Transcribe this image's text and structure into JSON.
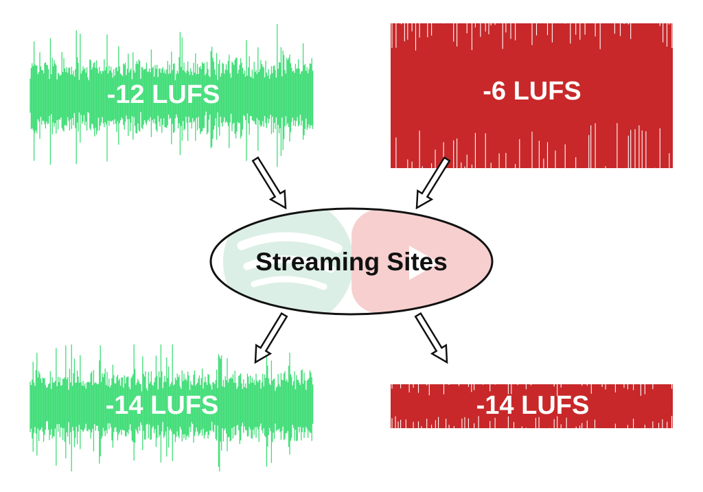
{
  "colors": {
    "quiet_wave": "#3ddc75",
    "loud_wave": "#c8282a",
    "ellipse_left": "#dcefe6",
    "ellipse_right": "#f7cfcf",
    "arrow": "#111111"
  },
  "waveforms": {
    "top_left": {
      "label": "-12 LUFS"
    },
    "top_right": {
      "label": "-6 LUFS"
    },
    "bottom_left": {
      "label": "-14 LUFS"
    },
    "bottom_right": {
      "label": "-14 LUFS"
    }
  },
  "center": {
    "label": "Streaming Sites",
    "icons": [
      "spotify-logo-icon",
      "youtube-logo-icon"
    ]
  }
}
